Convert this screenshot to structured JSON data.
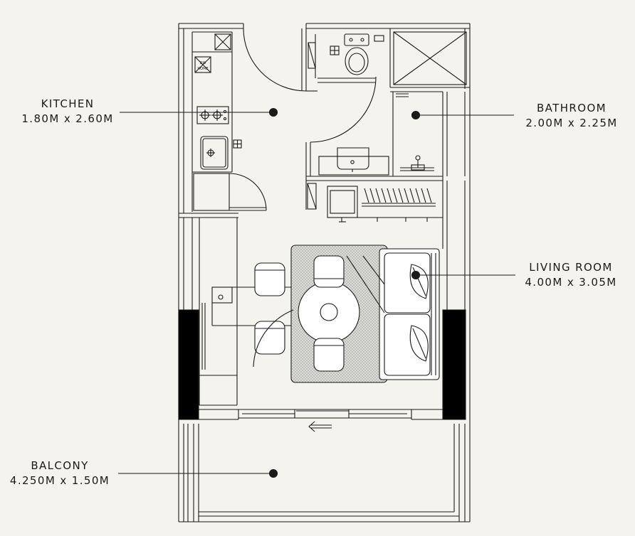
{
  "rooms": {
    "kitchen": {
      "name": "KITCHEN",
      "size": "1.80M x 2.60M"
    },
    "bathroom": {
      "name": "BATHROOM",
      "size": "2.00M x 2.25M"
    },
    "living": {
      "name": "LIVING ROOM",
      "size": "4.00M x 3.05M"
    },
    "balcony": {
      "name": "BALCONY",
      "size": "4.250M x 1.50M"
    }
  },
  "fixtures": {
    "dishwasher_text_1": "DW",
    "dishwasher_text_2": "HOME"
  },
  "colors": {
    "background": "#f5f3ee",
    "line": "#1a1a1a",
    "wall_fill": "#000000",
    "rug_fill": "#d9d9d6"
  }
}
